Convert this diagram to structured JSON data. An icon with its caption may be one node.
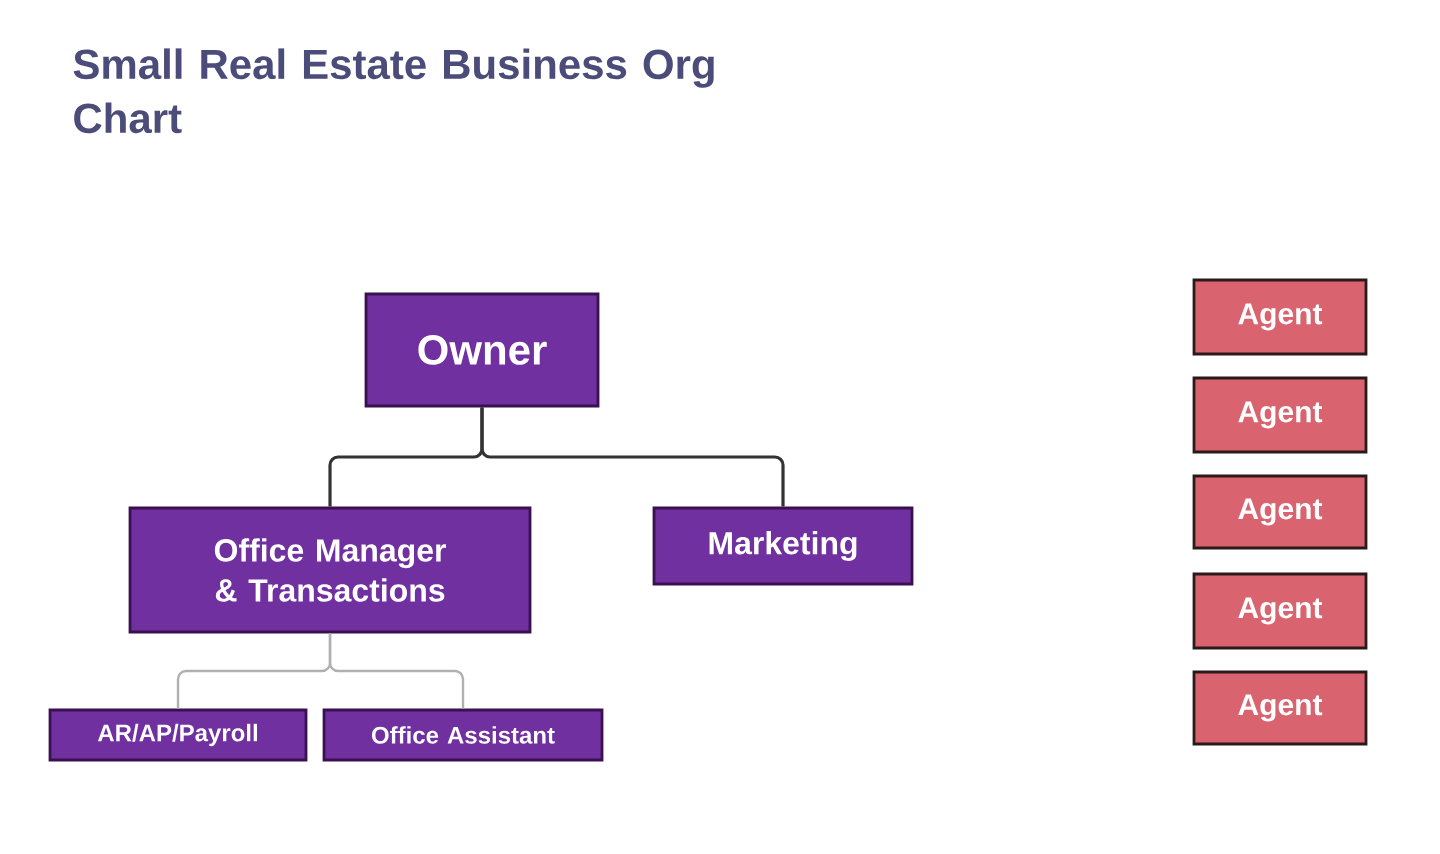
{
  "diagram": {
    "title": "Small Real Estate Business Org Chart",
    "nodes": [
      {
        "text": [
          "Owner"
        ]
      },
      {
        "text": [
          "Office Manager & Transactions"
        ]
      },
      {
        "text": [
          "Marketing"
        ]
      },
      {
        "text": [
          "AR/AP/Payroll"
        ]
      },
      {
        "text": [
          "Office Assistant"
        ]
      },
      {
        "text": [
          "Agent"
        ]
      },
      {
        "text": [
          "Agent"
        ]
      },
      {
        "text": [
          "Agent"
        ]
      },
      {
        "text": [
          "Agent"
        ]
      },
      {
        "text": [
          "Agent"
        ]
      }
    ],
    "edges": [
      {
        "from": 0,
        "to": 1,
        "arrow": "none"
      },
      {
        "from": 0,
        "to": 2,
        "arrow": "none"
      },
      {
        "from": 1,
        "to": 3,
        "arrow": "none",
        "color": "#b0b0b0"
      },
      {
        "from": 1,
        "to": 4,
        "arrow": "none",
        "color": "#b0b0b0"
      }
    ]
  }
}
